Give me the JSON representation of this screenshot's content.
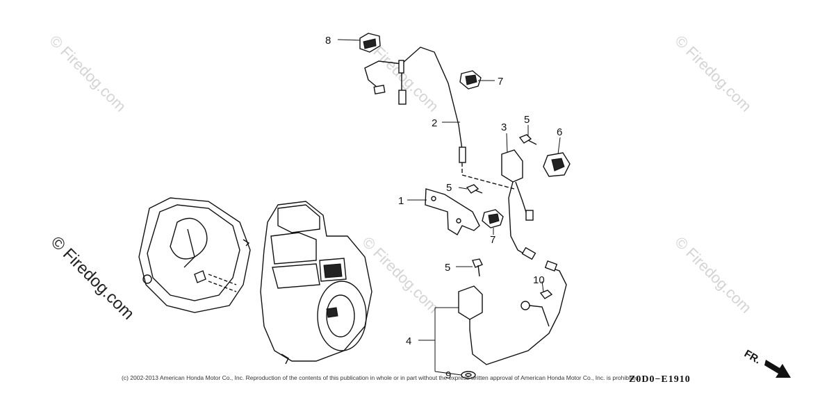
{
  "diagram": {
    "callouts": [
      {
        "id": "1",
        "label": "1"
      },
      {
        "id": "2",
        "label": "2"
      },
      {
        "id": "3",
        "label": "3"
      },
      {
        "id": "4",
        "label": "4"
      },
      {
        "id": "5a",
        "label": "5"
      },
      {
        "id": "5b",
        "label": "5"
      },
      {
        "id": "5c",
        "label": "5"
      },
      {
        "id": "6",
        "label": "6"
      },
      {
        "id": "7a",
        "label": "7"
      },
      {
        "id": "7b",
        "label": "7"
      },
      {
        "id": "8",
        "label": "8"
      },
      {
        "id": "9",
        "label": "9"
      },
      {
        "id": "10",
        "label": "10"
      }
    ],
    "watermark": "© Firedog.com",
    "fr_arrow": "FR.",
    "copyright": "(c) 2002-2013 American Honda Motor Co., Inc. Reproduction of the contents of this publication in whole or in part without the express written approval of American Honda Motor Co., Inc. is prohibited.",
    "code": "Z0D0−E1910"
  }
}
